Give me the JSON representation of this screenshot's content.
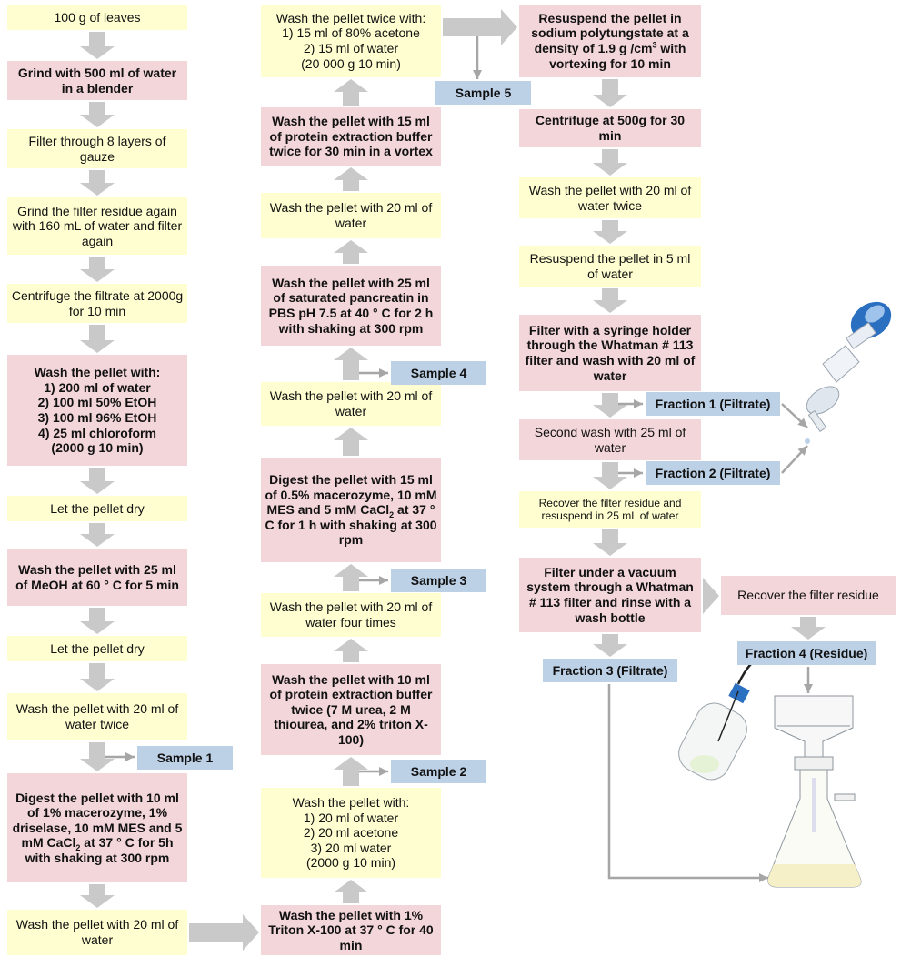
{
  "left": {
    "b1": "100 g  of leaves",
    "b2": "Grind with 500 ml of water in a blender",
    "b3": "Filter through 8 layers of gauze",
    "b4": "Grind the filter residue again with 160 mL of water and filter again",
    "b5": "Centrifuge the filtrate at 2000g for 10 min",
    "b6_title": "Wash the pellet with:",
    "b6_steps": [
      "1) 200 ml of water",
      "2) 100 ml 50% EtOH",
      "3) 100 ml 96% EtOH",
      "4) 25 ml chloroform",
      "(2000 g 10 min)"
    ],
    "b7": "Let the pellet dry",
    "b8": "Wash the pellet with 25 ml of MeOH at 60 ° C for 5 min",
    "b9": "Let the pellet dry",
    "b10": "Wash the pellet with 20 ml of water twice",
    "b11_a": "Digest the pellet with 10 ml of 1% macerozyme, 1% driselase, 10 mM MES and 5 mM CaCl",
    "b11_sub": "2",
    "b11_b": " at 37 ° C for 5h with shaking at 300 rpm",
    "b12": "Wash the pellet with 20 ml of water"
  },
  "middle": {
    "m1_title": "Wash the pellet twice with:",
    "m1_steps": [
      "1) 15 ml of 80% acetone",
      "2) 15 ml of water",
      "(20 000 g 10 min)"
    ],
    "m2": "Wash the pellet with 15 ml of protein extraction buffer twice for 30 min in a vortex",
    "m3": "Wash the pellet with 20 ml of water",
    "m4": "Wash the pellet with 25 ml of saturated pancreatin in PBS pH 7.5 at 40 ° C for 2 h with shaking at 300 rpm",
    "m5": "Wash the pellet with 20 ml of water",
    "m6_a": "Digest the pellet with 15 ml of 0.5% macerozyme, 10 mM MES and 5 mM CaCl",
    "m6_sub": "2",
    "m6_b": " at 37 ° C for 1 h with shaking at 300 rpm",
    "m7": "Wash the pellet with 20 ml of water four times",
    "m8": "Wash the pellet with 10 ml of protein extraction buffer twice (7 M urea, 2 M thiourea, and 2% triton X-100)",
    "m9_title": "Wash the pellet with:",
    "m9_steps": [
      "1) 20 ml of water",
      "2) 20 ml acetone",
      "3) 20 ml water",
      "(2000 g 10 min)"
    ],
    "m10": "Wash the pellet with 1% Triton X-100 at 37 ° C for 40 min"
  },
  "right": {
    "r1_a": "Resuspend the pellet in sodium polytungstate at a density of 1.9 g /cm",
    "r1_sup": "3",
    "r1_b": " with vortexing for 10 min",
    "r2": "Centrifuge at 500g for 30 min",
    "r3": "Wash the pellet with 20 ml of water twice",
    "r4": "Resuspend the pellet in 5 ml of water",
    "r5": "Filter with a syringe holder through the Whatman # 113 filter and wash with 20 ml of water",
    "r6": "Second wash with 25 ml of water",
    "r7": "Recover the filter residue and resuspend in 25 mL of water",
    "r8": "Filter under a vacuum system through a Whatman # 113 filter and rinse with a wash bottle",
    "r9": "Recover the filter residue"
  },
  "samples": [
    "Sample 1",
    "Sample 2",
    "Sample 3",
    "Sample 4",
    "Sample 5"
  ],
  "fractions": [
    "Fraction 1 (Filtrate)",
    "Fraction 2 (Filtrate)",
    "Fraction 3 (Filtrate)",
    "Fraction 4 (Residue)"
  ],
  "colors": {
    "step_plain": "#fefed0",
    "step_bold": "#f3d6d9",
    "sample_label": "#bcd0e6",
    "arrow": "#c9c9c9",
    "connector": "#a6a6a6"
  }
}
